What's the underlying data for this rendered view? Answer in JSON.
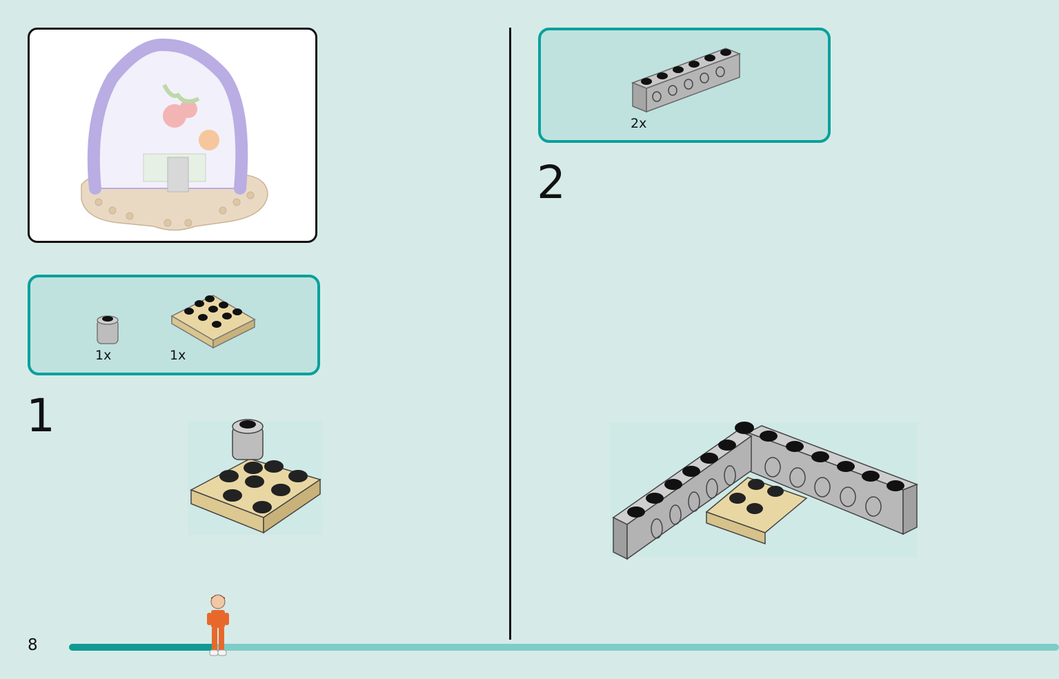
{
  "page": {
    "number": "8",
    "progress_fraction": 0.15
  },
  "preview": {
    "description_icon": "terrarium-model"
  },
  "step1": {
    "number": "1",
    "parts": [
      {
        "name": "round-brick-1x1-grey",
        "qty": "1x"
      },
      {
        "name": "plate-3x3-tan",
        "qty": "1x"
      }
    ]
  },
  "step2": {
    "number": "2",
    "parts": [
      {
        "name": "technic-brick-1x6-grey",
        "qty": "2x"
      }
    ]
  },
  "colors": {
    "background": "#d6ebe8",
    "parts_box": "#bfe2df",
    "parts_border": "#0aa09c",
    "progress": "#109a93",
    "track": "#7ecdc8",
    "tan": "#e5d29b",
    "grey": "#b7b7b7"
  }
}
